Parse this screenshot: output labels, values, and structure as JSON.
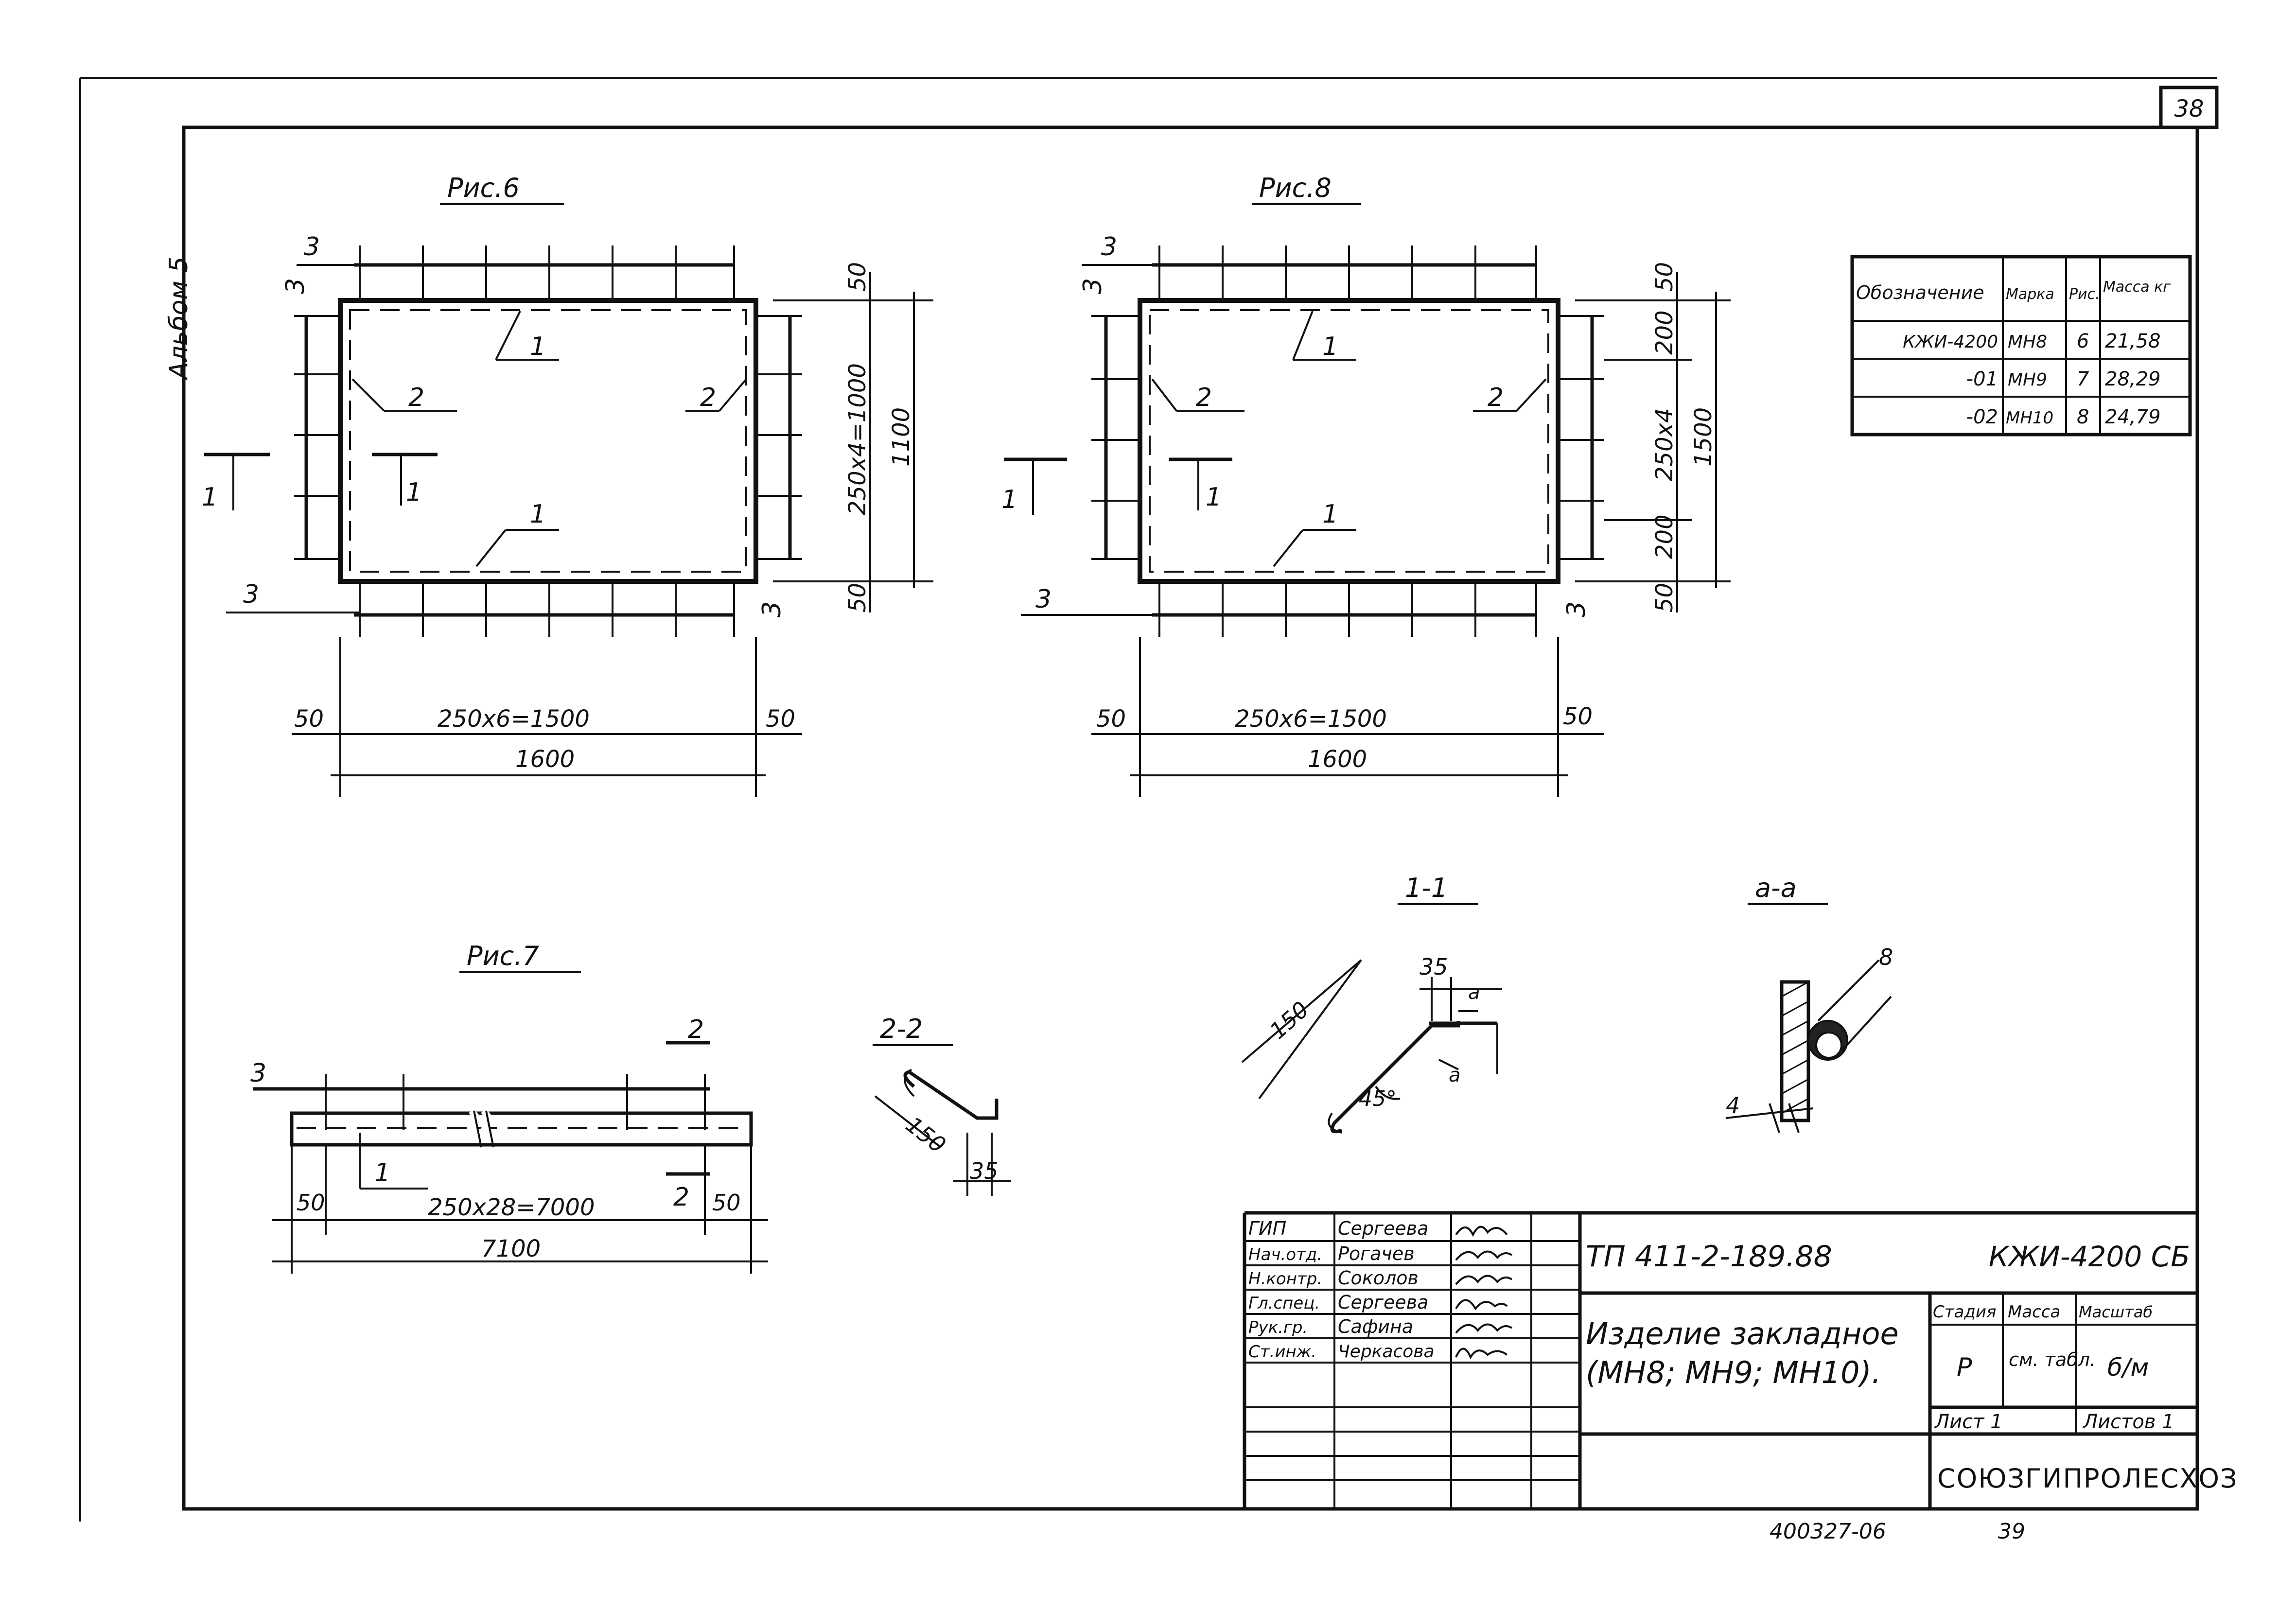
{
  "sheet": {
    "page_number": "38",
    "album": "Альбом 5",
    "bottom_code": "400327-06",
    "bottom_num": "39"
  },
  "fig6": {
    "title": "Рис.6",
    "dim_top_50": "50",
    "dim_mid": "250x4=1000",
    "dim_total_v": "1100",
    "dim_bot_50": "50",
    "dim_left_50": "50",
    "dim_mid_h": "250x6=1500",
    "dim_right_50": "50",
    "dim_total_h": "1600",
    "pos1": "1",
    "pos2": "2",
    "pos3": "3",
    "section": "1"
  },
  "fig8": {
    "title": "Рис.8",
    "dim_top_50": "50",
    "dim_200a": "200",
    "dim_mid": "250x4",
    "dim_200b": "200",
    "dim_bot_50": "50",
    "dim_total_v": "1500",
    "dim_left_50": "50",
    "dim_mid_h": "250x6=1500",
    "dim_right_50": "50",
    "dim_total_h": "1600",
    "pos1": "1",
    "pos2": "2",
    "pos3": "3",
    "section": "1"
  },
  "fig7": {
    "title": "Рис.7",
    "pos3": "3",
    "pos1": "1",
    "section": "2",
    "dim_left_50": "50",
    "dim_mid": "250x28=7000",
    "dim_right_50": "50",
    "dim_total": "7100"
  },
  "sec22": {
    "title": "2-2",
    "dim150": "150",
    "dim35": "35"
  },
  "sec11": {
    "title": "1-1",
    "dim150": "150",
    "dim35": "35",
    "angle": "45°",
    "mark": "a"
  },
  "secaa": {
    "title": "a-a",
    "dim8": "8",
    "dim4": "4"
  },
  "spec_table": {
    "headers": [
      "Обозначение",
      "Марка",
      "Рис.",
      "Масса кг"
    ],
    "rows": [
      [
        "КЖИ-4200",
        "МН8",
        "6",
        "21,58"
      ],
      [
        "-01",
        "МН9",
        "7",
        "28,29"
      ],
      [
        "-02",
        "МН10",
        "8",
        "24,79"
      ]
    ]
  },
  "title_block": {
    "signatures": [
      {
        "role": "ГИП",
        "name": "Сергеева"
      },
      {
        "role": "Нач.отд.",
        "name": "Рогачев"
      },
      {
        "role": "Н.контр.",
        "name": "Соколов"
      },
      {
        "role": "Гл.спец.",
        "name": "Сергеева"
      },
      {
        "role": "Рук.гр.",
        "name": "Сафина"
      },
      {
        "role": "Ст.инж.",
        "name": "Черкасова"
      }
    ],
    "project": "ТП 411-2-189.88",
    "code": "КЖИ-4200 СБ",
    "name_line1": "Изделие закладное",
    "name_line2": "(МН8; МН9; МН10).",
    "stage_h": "Стадия",
    "mass_h": "Масса",
    "scale_h": "Масштаб",
    "stage": "Р",
    "mass": "см. табл.",
    "scale": "б/м",
    "sheet": "Лист 1",
    "sheets": "Листов 1",
    "org": "СОЮЗГИПРОЛЕСХОЗ"
  }
}
